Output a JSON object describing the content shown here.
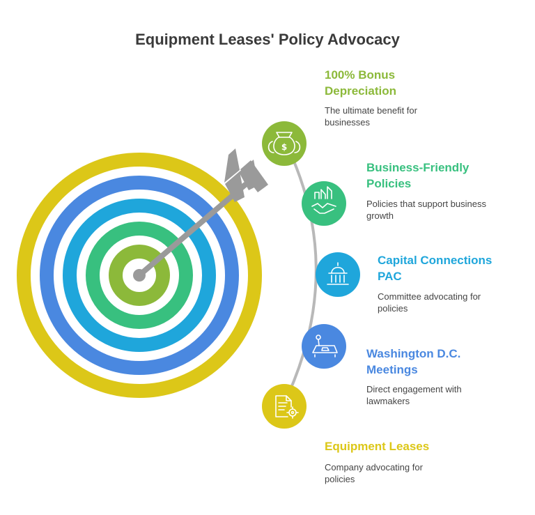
{
  "title": "Equipment Leases' Policy Advocacy",
  "colors": {
    "yellow": "#dcc718",
    "blue": "#4a88e0",
    "cyan": "#1fa6db",
    "teal": "#38c07f",
    "green": "#8cb93a",
    "arrow": "#9a9a9a",
    "connector": "#b8b8b8"
  },
  "items": [
    {
      "title": "100% Bonus\nDepreciation",
      "desc": "The ultimate benefit for\nbusinesses",
      "icon": "money-bag-icon",
      "color": "#8cb93a"
    },
    {
      "title": "Business-Friendly\nPolicies",
      "desc": "Policies that support business\ngrowth",
      "icon": "handshake-icon",
      "color": "#38c07f"
    },
    {
      "title": "Capital Connections\nPAC",
      "desc": "Committee advocating for\npolicies",
      "icon": "capitol-icon",
      "color": "#1fa6db"
    },
    {
      "title": "Washington D.C.\nMeetings",
      "desc": "Direct engagement with\nlawmakers",
      "icon": "podium-icon",
      "color": "#4a88e0"
    },
    {
      "title": "Equipment Leases",
      "desc": "Company advocating for\npolicies",
      "icon": "document-gear-icon",
      "color": "#dcc718"
    }
  ]
}
